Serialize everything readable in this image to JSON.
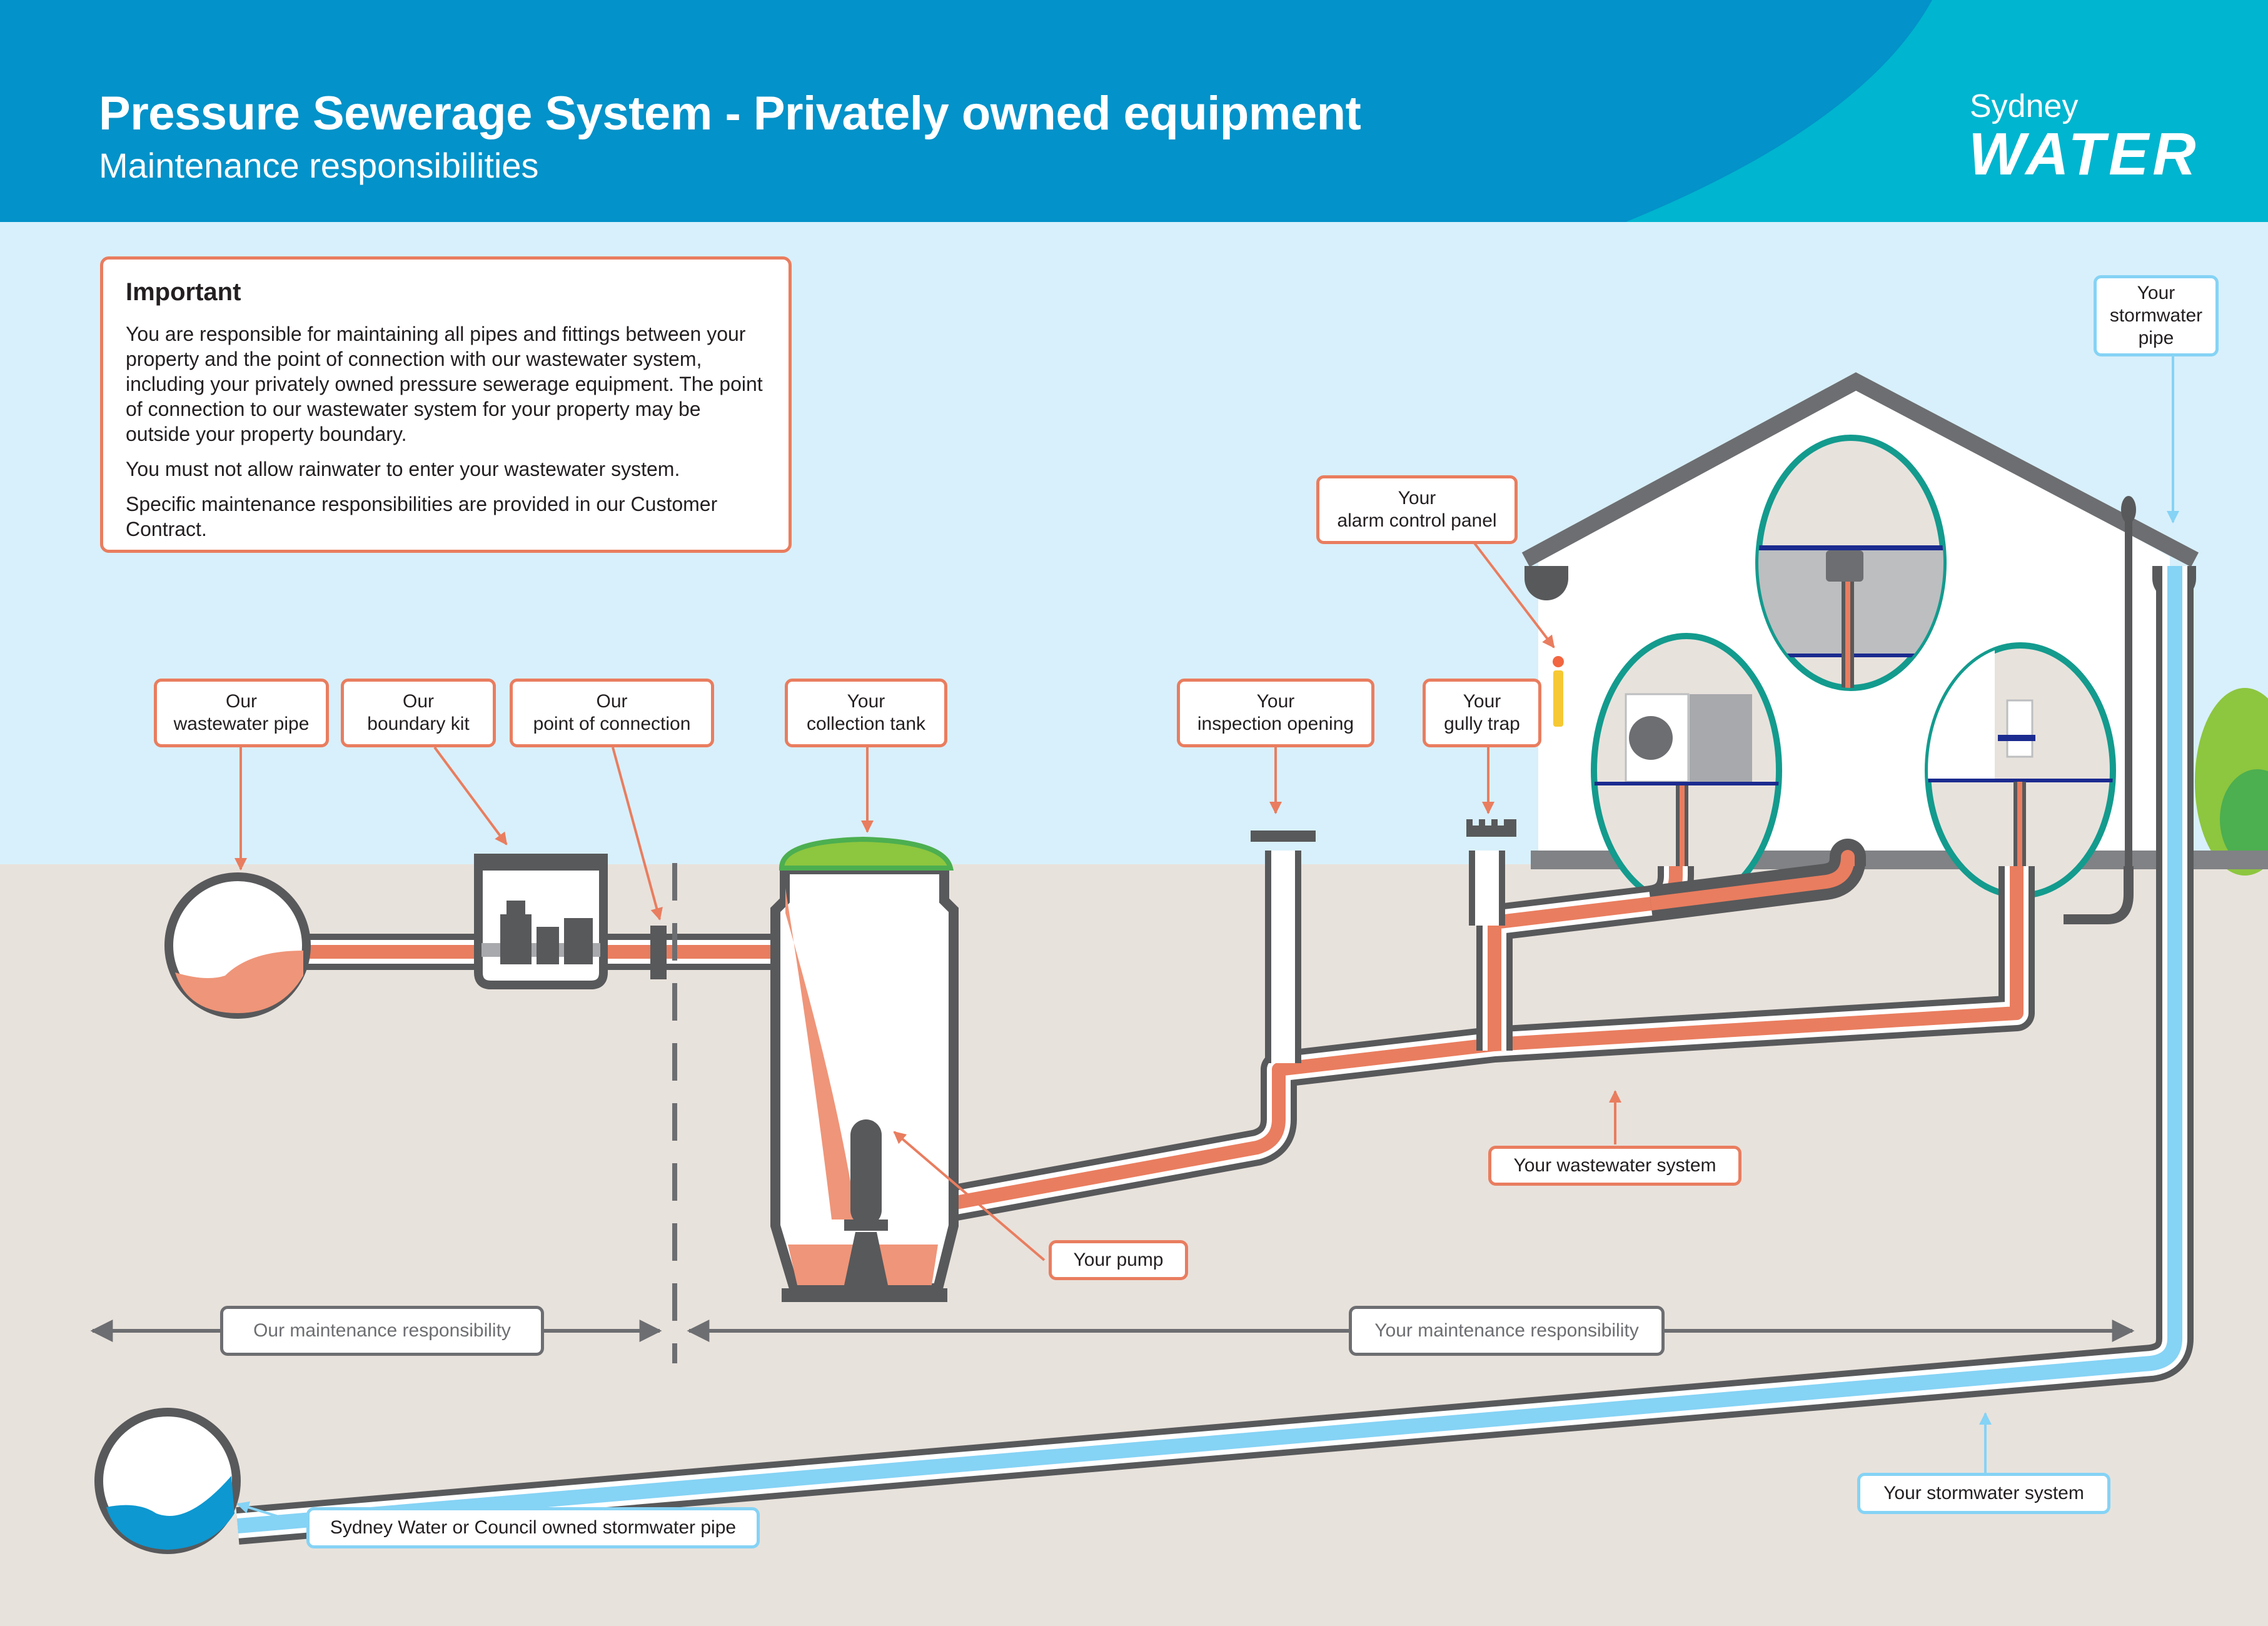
{
  "header": {
    "title": "Pressure Sewerage System - Privately owned equipment",
    "subtitle": "Maintenance responsibilities",
    "logo_top": "Sydney",
    "logo_main": "WATER"
  },
  "important": {
    "title": "Important",
    "paragraphs": [
      "You are responsible for maintaining all pipes and fittings between your property and the point of connection with our wastewater system, including your privately owned pressure sewerage equipment. The point of connection to our wastewater system for your property may be outside your property boundary.",
      "You must not allow rainwater to enter your wastewater system.",
      "Specific maintenance responsibilities are provided in our Customer Contract."
    ]
  },
  "labels": {
    "our_wastewater_pipe": "Our\nwastewater pipe",
    "our_boundary_kit": "Our\nboundary kit",
    "our_point_of_connection": "Our\npoint of connection",
    "your_collection_tank": "Your\ncollection tank",
    "your_inspection_opening": "Your\ninspection opening",
    "your_gully_trap": "Your\ngully trap",
    "your_alarm_control_panel": "Your\nalarm control panel",
    "your_stormwater_pipe": "Your\nstormwater\npipe",
    "your_wastewater_system": "Your wastewater system",
    "your_pump": "Your pump",
    "our_maintenance_responsibility": "Our maintenance responsibility",
    "your_maintenance_responsibility": "Your maintenance responsibility",
    "your_stormwater_system": "Your stormwater system",
    "council_stormwater_pipe": "Sydney Water or Council owned stormwater pipe"
  },
  "colors": {
    "header_blue": "#0392c9",
    "header_teal": "#00b5cf",
    "sky": "#d8f0fb",
    "ground": "#e8e2dc",
    "wastewater": "#e97d5f",
    "stormwater": "#85d3f5",
    "pipe_grey": "#58595b",
    "lid_green": "#8dc63f",
    "lens_teal": "#139b8e"
  }
}
